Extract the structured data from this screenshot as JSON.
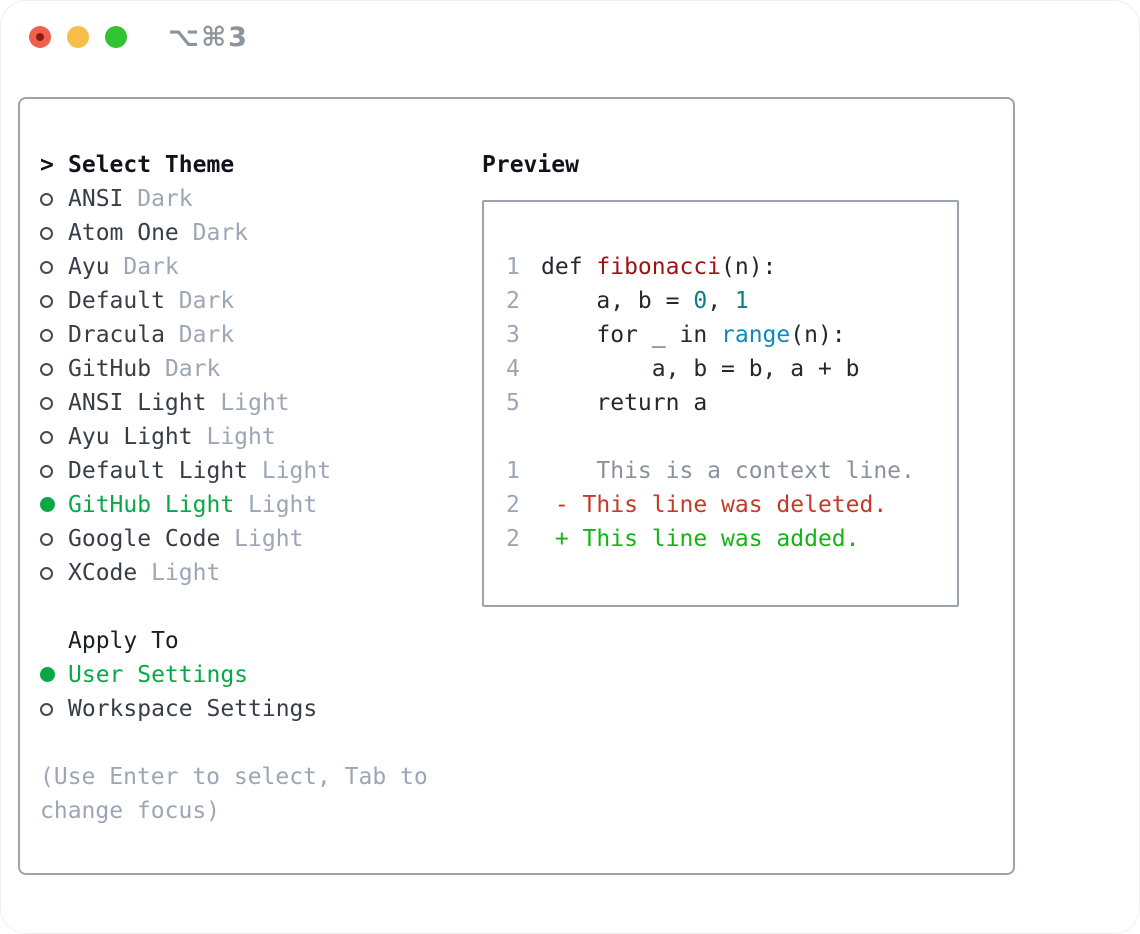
{
  "window": {
    "title_shortcut": "⌥⌘3",
    "traffic_lights": [
      {
        "name": "close",
        "color": "#f0604f",
        "dot_color": "#8d1a10"
      },
      {
        "name": "minimize",
        "color": "#f6bd4b"
      },
      {
        "name": "zoom",
        "color": "#32c332"
      }
    ]
  },
  "theme_picker": {
    "header_prefix": ">",
    "header": "Select Theme",
    "items": [
      {
        "name": "ANSI",
        "variant": "Dark",
        "selected": false
      },
      {
        "name": "Atom One",
        "variant": "Dark",
        "selected": false
      },
      {
        "name": "Ayu",
        "variant": "Dark",
        "selected": false
      },
      {
        "name": "Default",
        "variant": "Dark",
        "selected": false
      },
      {
        "name": "Dracula",
        "variant": "Dark",
        "selected": false
      },
      {
        "name": "GitHub",
        "variant": "Dark",
        "selected": false
      },
      {
        "name": "ANSI Light",
        "variant": "Light",
        "selected": false
      },
      {
        "name": "Ayu Light",
        "variant": "Light",
        "selected": false
      },
      {
        "name": "Default Light",
        "variant": "Light",
        "selected": false
      },
      {
        "name": "GitHub Light",
        "variant": "Light",
        "selected": true
      },
      {
        "name": "Google Code",
        "variant": "Light",
        "selected": false
      },
      {
        "name": "XCode",
        "variant": "Light",
        "selected": false
      }
    ]
  },
  "apply_to": {
    "header": "Apply To",
    "options": [
      {
        "label": "User Settings",
        "selected": true
      },
      {
        "label": "Workspace Settings",
        "selected": false
      }
    ]
  },
  "hint": "(Use Enter to select, Tab to change focus)",
  "preview": {
    "header": "Preview",
    "code_lines": [
      {
        "num": "1",
        "tokens": [
          {
            "t": "def ",
            "c": "plain"
          },
          {
            "t": "fibonacci",
            "c": "fn"
          },
          {
            "t": "(n):",
            "c": "plain"
          }
        ]
      },
      {
        "num": "2",
        "tokens": [
          {
            "t": "    a, b = ",
            "c": "plain"
          },
          {
            "t": "0",
            "c": "num"
          },
          {
            "t": ", ",
            "c": "plain"
          },
          {
            "t": "1",
            "c": "num"
          }
        ]
      },
      {
        "num": "3",
        "tokens": [
          {
            "t": "    for _ in ",
            "c": "plain"
          },
          {
            "t": "range",
            "c": "builtin"
          },
          {
            "t": "(n):",
            "c": "plain"
          }
        ]
      },
      {
        "num": "4",
        "tokens": [
          {
            "t": "        a, b = b, a + b",
            "c": "plain"
          }
        ]
      },
      {
        "num": "5",
        "tokens": [
          {
            "t": "    return a",
            "c": "plain"
          }
        ]
      }
    ],
    "diff_lines": [
      {
        "num": "1",
        "text": "    This is a context line.",
        "type": "context"
      },
      {
        "num": "2",
        "text": " - This line was deleted.",
        "type": "deleted"
      },
      {
        "num": "2",
        "text": " + This line was added.",
        "type": "added"
      }
    ]
  },
  "colors": {
    "accent_green": "#09a847",
    "diff_added": "#13b513",
    "diff_deleted": "#c43a28",
    "function_red": "#9e1212",
    "number_teal": "#0b7e86",
    "builtin_blue": "#1287bd",
    "muted_gray": "#9ca6b4",
    "panel_border": "#9aa3ae"
  }
}
